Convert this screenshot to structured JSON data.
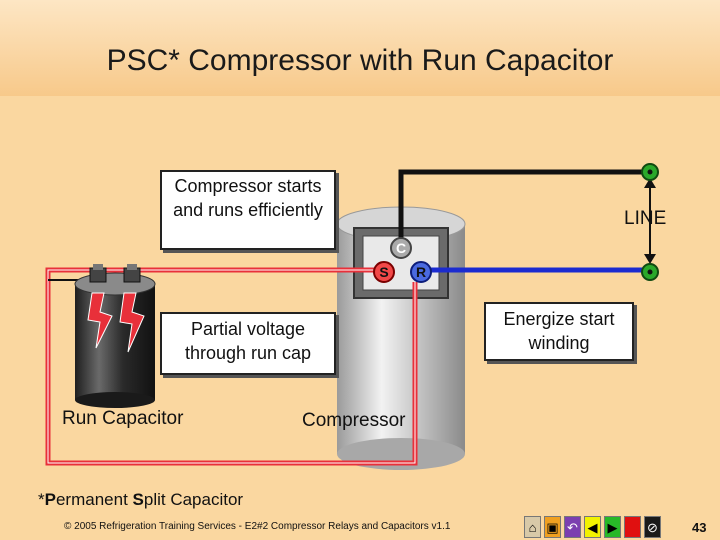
{
  "title": "PSC* Compressor with Run Capacitor",
  "callouts": {
    "starts_runs": "Compressor starts and runs efficiently",
    "partial_voltage": "Partial voltage through run cap",
    "energize": "Energize start winding"
  },
  "labels": {
    "line": "LINE",
    "run_capacitor": "Run Capacitor",
    "compressor": "Compressor",
    "terminal_c": "C",
    "terminal_s": "S",
    "terminal_r": "R"
  },
  "footnote": {
    "prefix": "*",
    "p_bold": "P",
    "p_rest": "ermanent ",
    "s_bold": "S",
    "s_rest": "plit Capacitor"
  },
  "footer": "© 2005 Refrigeration Training Services - E2#2 Compressor Relays and Capacitors v1.1",
  "page_number": "43",
  "colors": {
    "run_wire": "#e8303a",
    "start_wire": "#1b2bd0",
    "common_wire": "#111111",
    "terminal": "#2aa82a"
  },
  "nav_icons": [
    "home-icon",
    "book-icon",
    "return-icon",
    "previous-icon",
    "next-icon",
    "stop-icon",
    "exit-icon"
  ]
}
